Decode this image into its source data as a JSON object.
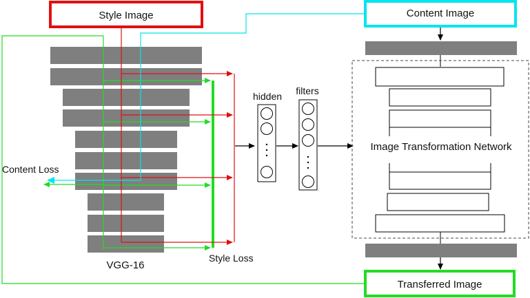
{
  "boxes": {
    "style_image": "Style Image",
    "content_image": "Content  Image",
    "transferred_image": "Transferred Image"
  },
  "labels": {
    "vgg": "VGG-16",
    "content_loss": "Content Loss",
    "style_loss": "Style Loss",
    "hidden": "hidden",
    "filters": "filters",
    "network": "Image Transformation Network"
  },
  "colors": {
    "style": "#e01010",
    "content": "#00e5ee",
    "transferred": "#22dd22",
    "layer_gray": "#7f7f7f",
    "arrow": "#000000"
  }
}
